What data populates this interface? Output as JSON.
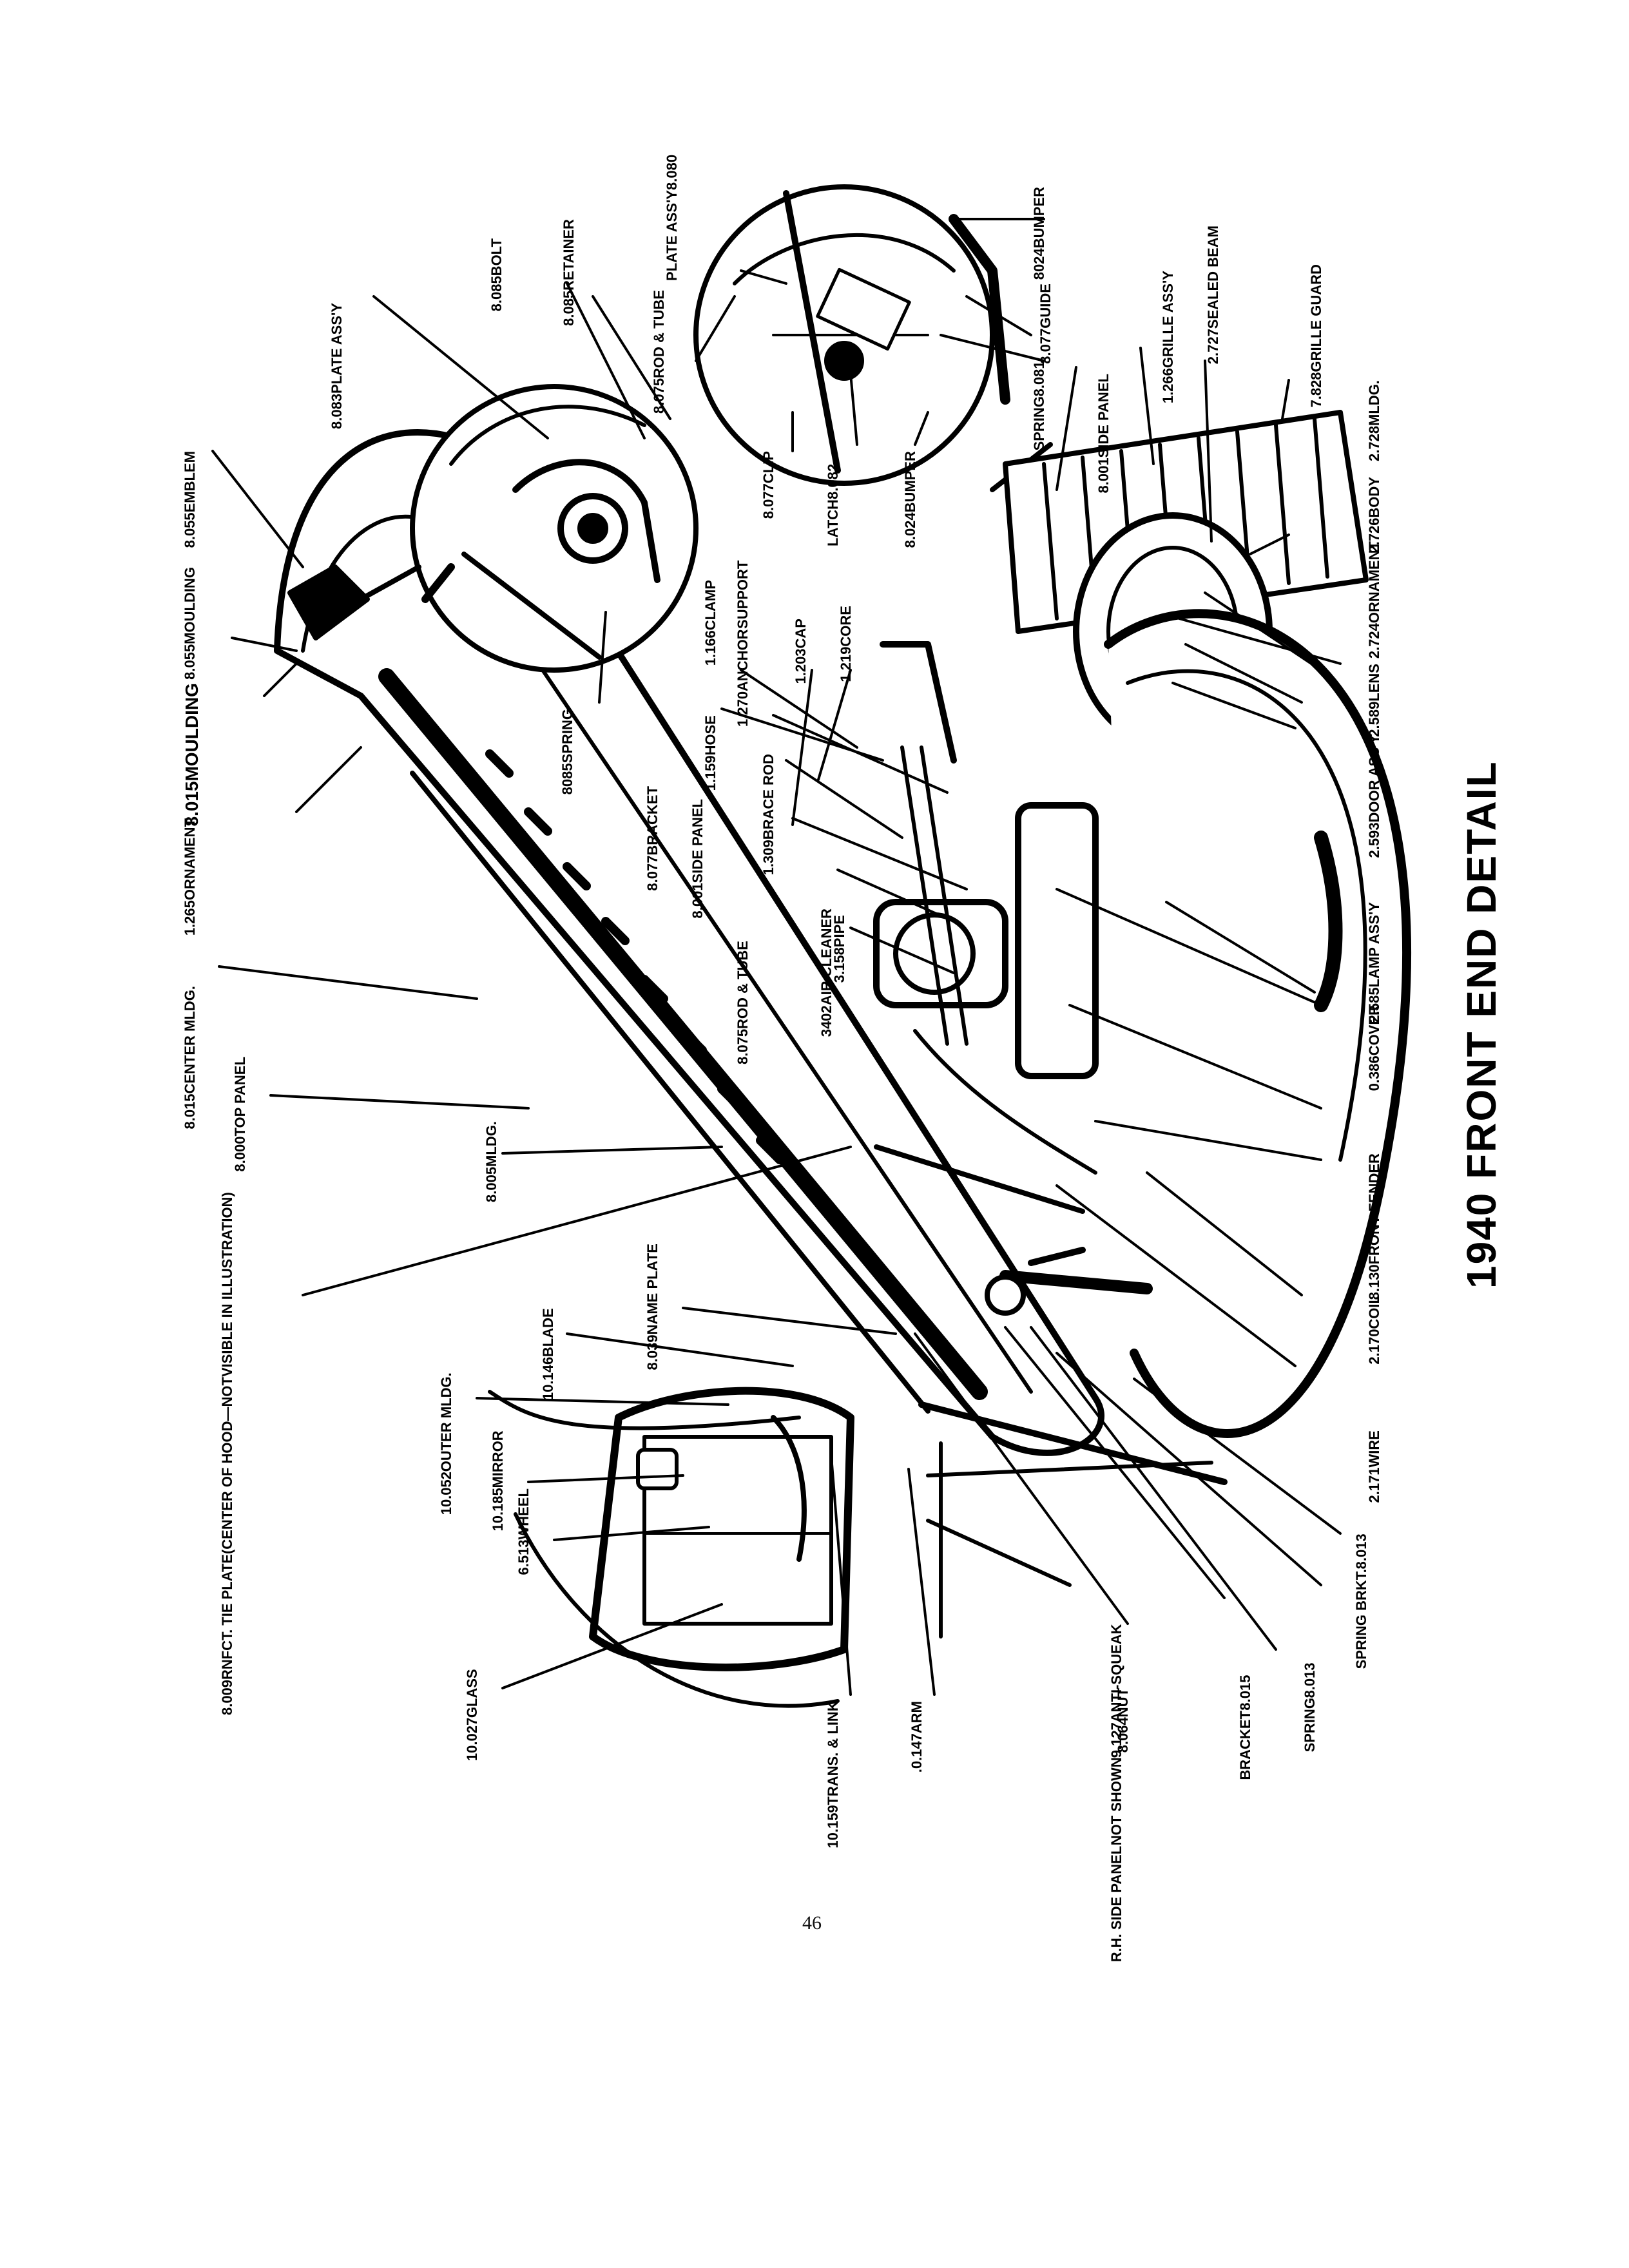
{
  "title": "1940 FRONT END DETAIL",
  "page_number": "46",
  "callouts": {
    "c8055_emblem": [
      "8.055",
      "EMBLEM"
    ],
    "c8055_moulding": [
      "8.055",
      "MOULDING"
    ],
    "c8015_moulding": [
      "8.015",
      "MOULDING"
    ],
    "c1265_ornament": [
      "1.265",
      "ORNAMENT"
    ],
    "c8015_center": [
      "8.015",
      "CENTER MLDG."
    ],
    "c8000_top": [
      "8.000",
      "TOP PANEL"
    ],
    "c8005_mldg": [
      "8.005",
      "MLDG."
    ],
    "c8009_rnfct": [
      "8.009",
      "RNFCT. TIE PLATE",
      "(CENTER OF HOOD—NOT",
      "VISIBLE IN ILLUSTRATION)"
    ],
    "c10052_outer": [
      "10.052",
      "OUTER MLDG."
    ],
    "c10185_mirror": [
      "10.185",
      "MIRROR"
    ],
    "c6513_wheel": [
      "6.513",
      "WHEEL"
    ],
    "c10027_glass": [
      "10.027",
      "GLASS"
    ],
    "c10146_blade": [
      "10.146",
      "BLADE"
    ],
    "c8039_name": [
      "8.039",
      "NAME PLATE"
    ],
    "c10159_trans": [
      "10.159",
      "TRANS. & LINK"
    ],
    "c0147_arm": [
      ".0.147",
      "ARM"
    ],
    "c8083_plate": [
      "8.083",
      "PLATE ASS'Y"
    ],
    "c8085_bolt": [
      "8.085",
      "BOLT"
    ],
    "c8085_retainer": [
      "8.085",
      "RETAINER"
    ],
    "c8085_spring": [
      "8085",
      "SPRING"
    ],
    "c8075_rod_top": [
      "8.075",
      "ROD & TUBE"
    ],
    "c8080_plate": [
      "PLATE ASS'Y",
      "8.080"
    ],
    "c8024_bumper_top": [
      "8024",
      "BUMPER"
    ],
    "c8077_guide": [
      "8.077",
      "GUIDE"
    ],
    "c8081_spring": [
      "SPRING",
      "8.081"
    ],
    "c8077_clip": [
      "8.077",
      "CLIP"
    ],
    "c8082_latch": [
      "LATCH",
      "8.082"
    ],
    "c8024_bumper": [
      "8.024",
      "BUMPER"
    ],
    "c1270_clamp": [
      "1.270",
      "ANCHOR",
      "SUPPORT"
    ],
    "c1166_clamp": [
      "1.166",
      "CLAMP"
    ],
    "c1203_cap": [
      "1.203",
      "CAP"
    ],
    "c1219_core": [
      "1.219",
      "CORE"
    ],
    "c1159_hose": [
      "1.159",
      "HOSE"
    ],
    "c1309_brace": [
      "1.309",
      "BRACE ROD"
    ],
    "c8077_bracket": [
      "8.077",
      "BRACKET"
    ],
    "c8001_side": [
      "8.001",
      "SIDE PANEL"
    ],
    "c3158_pipe": [
      "3.158",
      "PIPE"
    ],
    "c8075_rod": [
      "8.075",
      "ROD & TUBE"
    ],
    "c3402_air": [
      "3402",
      "AIR CLEANER"
    ],
    "c8001_side_top": [
      "8.001",
      "SIDE PANEL"
    ],
    "c1266_grille": [
      "1.266",
      "GRILLE ASS'Y"
    ],
    "c2727_beam": [
      "2.727",
      "SEALED BEAM"
    ],
    "c7828_guard": [
      "7.828",
      "GRILLE GUARD"
    ],
    "c2728_mldg": [
      "2.728",
      "MLDG."
    ],
    "c2726_body": [
      "2.726",
      "BODY"
    ],
    "c2724_ornament": [
      "2.724",
      "ORNAMENT"
    ],
    "c2589_lens": [
      "2.589",
      "LENS"
    ],
    "c2593_door": [
      "2.593",
      "DOOR ASS'Y"
    ],
    "c2585_lamp": [
      "2.585",
      "LAMP ASS'Y"
    ],
    "c0386_cover": [
      "0.386",
      "COVER"
    ],
    "c8130_fender": [
      "8.130",
      "FRONT FENDER"
    ],
    "c2170_coil": [
      "2.170",
      "COIL"
    ],
    "c2171_wire": [
      "2.171",
      "WIRE"
    ],
    "c8013_spring_brkt": [
      "SPRING BRKT.",
      "8.013"
    ],
    "c8013_spring": [
      "SPRING",
      "8.013"
    ],
    "c8015_bracket": [
      "BRACKET",
      "8.015"
    ],
    "c9127_anti": [
      "R.H. SIDE PANEL",
      "NOT SHOWN",
      "9.127",
      "ANTI-SQUEAK"
    ],
    "c8064_nut": [
      "8.064",
      "NUT"
    ]
  }
}
